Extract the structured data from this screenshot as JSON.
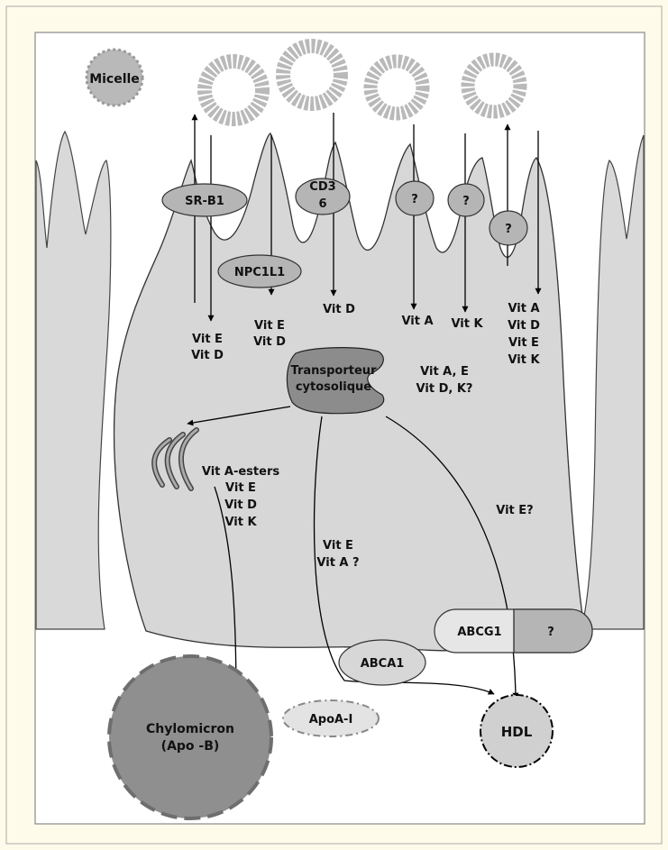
{
  "micelle": {
    "label": "Micelle"
  },
  "transporters": {
    "srb1": "SR-B1",
    "npc1l1": "NPC1L1",
    "cd36_line1": "CD3",
    "cd36_line2": "6",
    "unknown_a": "?",
    "unknown_k": "?",
    "unknown_efflux": "?"
  },
  "vitamin_labels": {
    "srb1_line1": "Vit E",
    "srb1_line2": "Vit D",
    "npc1l1_line1": "Vit E",
    "npc1l1_line2": "Vit D",
    "cd36": "Vit D",
    "vit_a": "Vit A",
    "vit_k": "Vit K",
    "right_column": [
      "Vit A",
      "Vit D",
      "Vit E",
      "Vit K"
    ]
  },
  "cytosolic": {
    "label_line1": "Transporteur",
    "label_line2": "cytosolique",
    "cargo_line1": "Vit A, E",
    "cargo_line2": "Vit D, K?"
  },
  "golgi_cargo": [
    "Vit A-esters",
    "Vit E",
    "Vit D",
    "Vit K"
  ],
  "abca1_cargo": [
    "Vit E",
    "Vit A ?"
  ],
  "abcg1_cargo": "Vit E?",
  "basolateral": {
    "abcg1": "ABCG1",
    "abcg1_partner": "?",
    "abca1": "ABCA1",
    "apoa1": "ApoA-I",
    "hdl": "HDL",
    "chylo_line1": "Chylomicron",
    "chylo_line2": "(Apo -B)"
  },
  "colors": {
    "background": "#fffbea",
    "panel": "#ffffff",
    "cell": "#d7d7d7",
    "transporter": "#b5b5b5",
    "cytosolic": "#8c8c8c",
    "chylomicron": "#8f8f8f",
    "micelle": "#b9b9b9",
    "apoa1": "#e3e3e3",
    "hdl": "#d0d0d0"
  }
}
